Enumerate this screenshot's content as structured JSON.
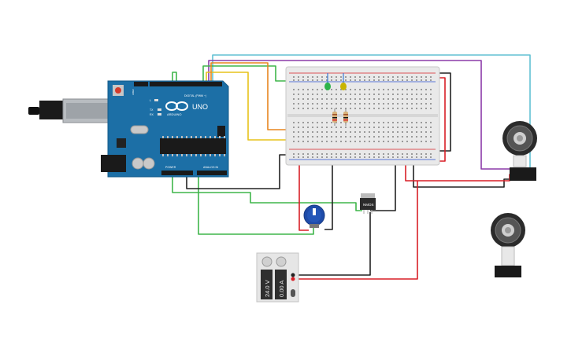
{
  "arduino": {
    "logo_text": "ARDUINO",
    "model": "UNO",
    "header_digital": "DIGITAL (PWM ~)",
    "header_power": "POWER",
    "header_analog": "ANALOG IN",
    "label_aref": "AREF",
    "label_tx": "TX",
    "label_rx": "RX",
    "label_l": "L"
  },
  "mosfet": {
    "label": "NMOS"
  },
  "power_supply": {
    "voltage": "24.0 V",
    "current": "0.00 A"
  },
  "colors": {
    "board": "#1c6fa6",
    "breadboard": "#e9e9e9",
    "wire_black": "#222222",
    "wire_red": "#d81f26",
    "wire_green": "#3fb54a",
    "wire_yellow": "#e7c21a",
    "wire_orange": "#e8851f",
    "wire_purple": "#8c3aa8",
    "wire_cyan": "#62c1d3",
    "led_green": "#2db34a",
    "led_yellow": "#c8b400"
  }
}
